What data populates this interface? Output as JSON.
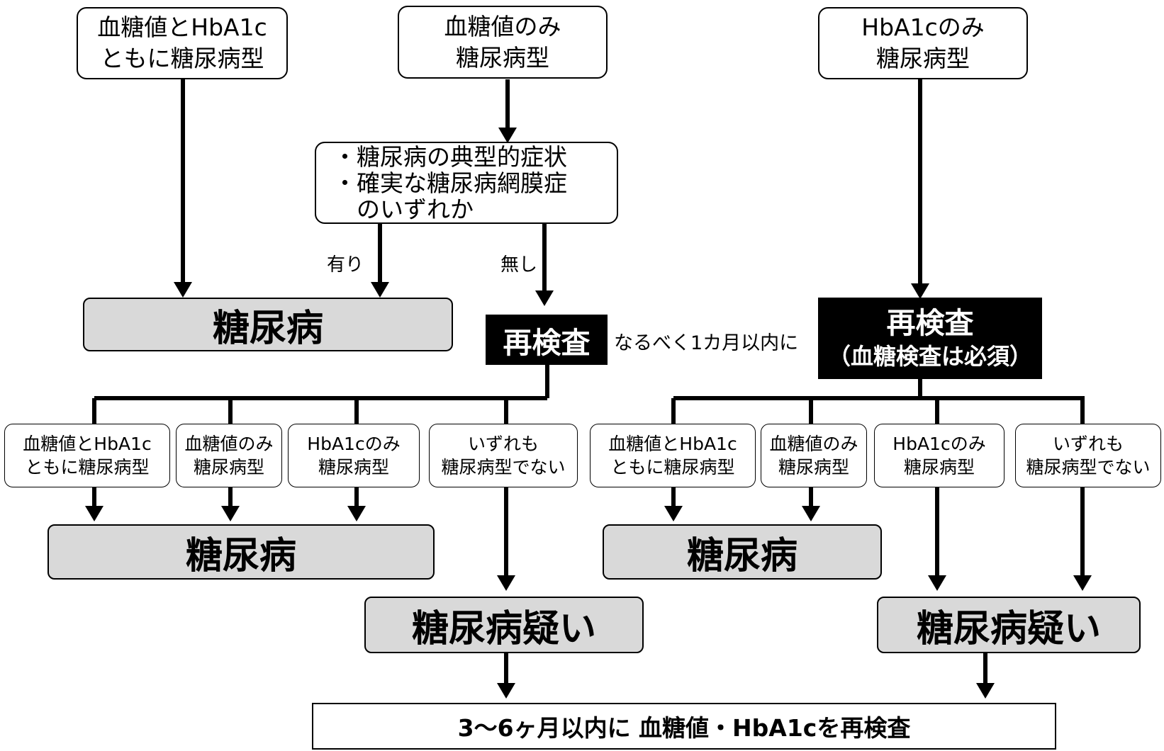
{
  "top": {
    "both": [
      "血糖値とHbA1c",
      "ともに糖尿病型"
    ],
    "glucose_only": [
      "血糖値のみ",
      "糖尿病型"
    ],
    "hba1c_only": [
      "HbA1cのみ",
      "糖尿病型"
    ]
  },
  "condition": [
    "・糖尿病の典型的症状",
    "・確実な糖尿病網膜症",
    "　のいずれか"
  ],
  "labels": {
    "yes": "有り",
    "no": "無し",
    "within_month": "なるべく1カ月以内に"
  },
  "diagnosis": "糖尿病",
  "suspected": "糖尿病疑い",
  "retest_left": "再検査",
  "retest_right": [
    "再検査",
    "（血糖検査は必須）"
  ],
  "left_results": {
    "both": [
      "血糖値とHbA1c",
      "ともに糖尿病型"
    ],
    "glucose_only": [
      "血糖値のみ",
      "糖尿病型"
    ],
    "hba1c_only": [
      "HbA1cのみ",
      "糖尿病型"
    ],
    "neither": [
      "いずれも",
      "糖尿病型でない"
    ]
  },
  "right_results": {
    "both": [
      "血糖値とHbA1c",
      "ともに糖尿病型"
    ],
    "glucose_only": [
      "血糖値のみ",
      "糖尿病型"
    ],
    "hba1c_only": [
      "HbA1cのみ",
      "糖尿病型"
    ],
    "neither": [
      "いずれも",
      "糖尿病型でない"
    ]
  },
  "final": "3〜6ヶ月以内に 血糖値・HbA1cを再検査"
}
